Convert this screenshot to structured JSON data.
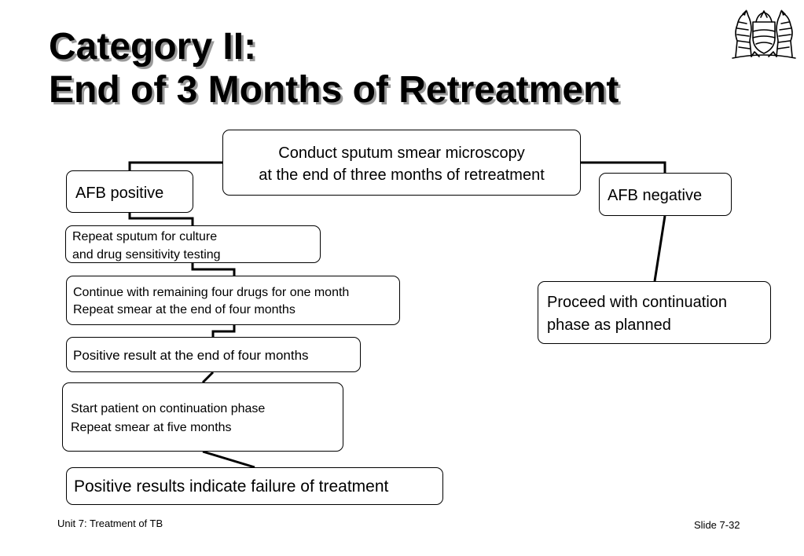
{
  "slide": {
    "title_line1": "Category II:",
    "title_line2": "End of 3 Months of Retreatment",
    "crest_icon": "coat-of-arms-icon",
    "footer_unit": "Unit 7: Treatment of TB",
    "footer_slide": "Slide 7-32",
    "colors": {
      "text": "#000000",
      "background": "#ffffff",
      "title_shadow": "#9a9a9a"
    }
  },
  "flowchart": {
    "root": {
      "line1": "Conduct sputum smear microscopy",
      "line2": "at the end of three months of retreatment"
    },
    "afb_positive": "AFB positive",
    "afb_negative": "AFB negative",
    "repeat_culture": {
      "line1": "Repeat sputum for culture",
      "line2": "and drug sensitivity testing"
    },
    "continue_drugs": {
      "line1": "Continue with remaining four drugs for one month",
      "line2": "Repeat smear at the end of four months"
    },
    "positive_four_months": "Positive result at the end of four months",
    "start_continuation": {
      "line1": "Start patient on continuation phase",
      "line2": "Repeat smear at five months"
    },
    "failure": "Positive results indicate failure of treatment",
    "proceed": {
      "line1": "Proceed with continuation",
      "line2": "phase as planned"
    }
  }
}
